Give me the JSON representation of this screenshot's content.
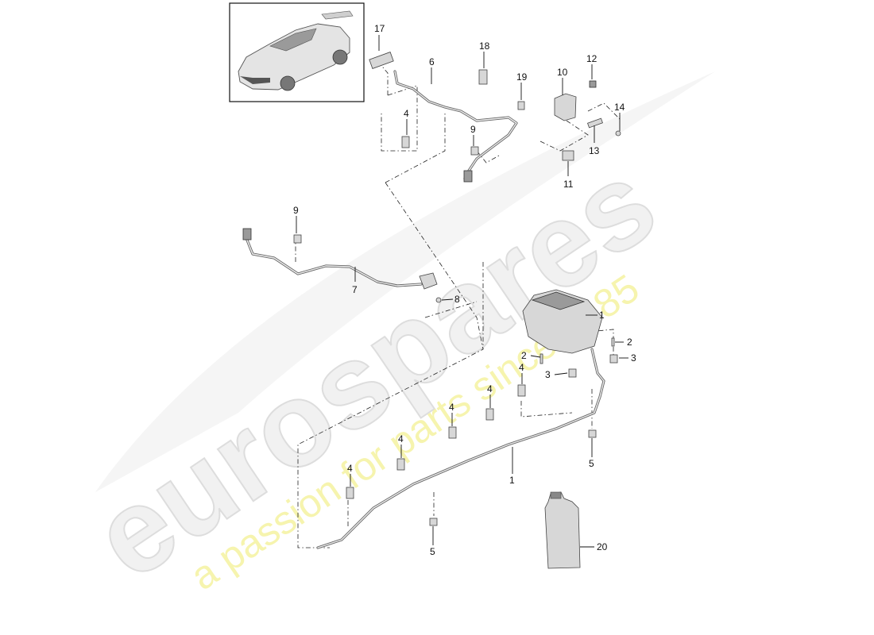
{
  "watermark": {
    "brand": "eurospares",
    "tagline": "a passion for parts since 1985"
  },
  "callouts": {
    "c1a": "1",
    "c1b": "1",
    "c2a": "2",
    "c2b": "2",
    "c3a": "3",
    "c3b": "3",
    "c4a": "4",
    "c4b": "4",
    "c4c": "4",
    "c4d": "4",
    "c4e": "4",
    "c4f": "4",
    "c5a": "5",
    "c5b": "5",
    "c6": "6",
    "c7": "7",
    "c8": "8",
    "c9a": "9",
    "c9b": "9",
    "c10": "10",
    "c11": "11",
    "c12": "12",
    "c13": "13",
    "c14": "14",
    "c17": "17",
    "c18": "18",
    "c19": "19",
    "c20": "20"
  },
  "colors": {
    "line": "#111111",
    "pipe": "#666666",
    "watermark_gray": "#eeeeee",
    "watermark_yellow": "#f4f19a"
  }
}
